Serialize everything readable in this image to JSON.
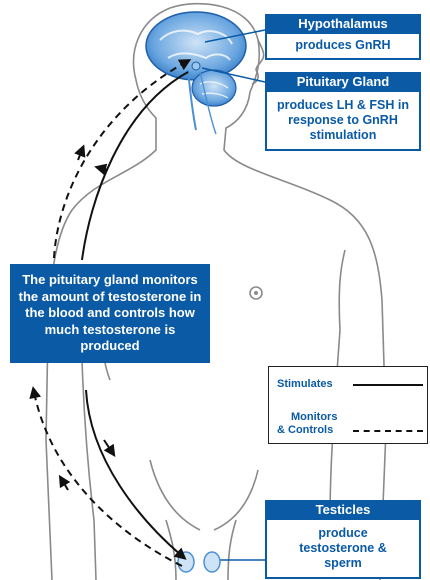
{
  "hypothalamus": {
    "title": "Hypothalamus",
    "desc": "produces GnRH"
  },
  "pituitary": {
    "title": "Pituitary Gland",
    "desc": "produces LH & FSH in response to GnRH stimulation"
  },
  "center_note": "The pituitary gland monitors the amount of testosterone in the blood and controls how much testosterone is produced",
  "legend": {
    "stimulates": "Stimulates",
    "monitors_line1": "Monitors",
    "monitors_line2": "& Controls"
  },
  "testicles": {
    "title": "Testicles",
    "desc": "produce testosterone & sperm"
  },
  "colors": {
    "brand_blue": "#0a5aa6",
    "body_outline": "#8a8a8a",
    "brain_blue": "#4a90d6"
  }
}
